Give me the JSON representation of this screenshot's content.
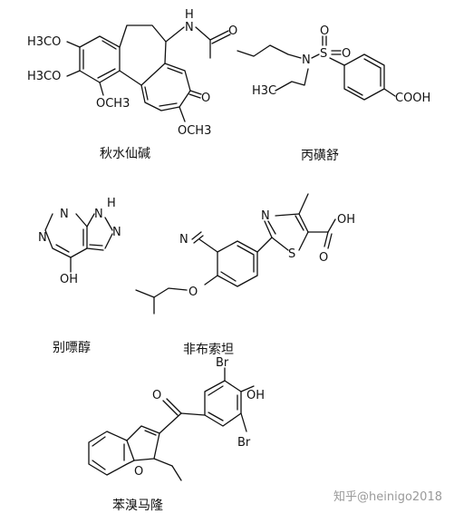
{
  "molecules": [
    {
      "id": "colchicine",
      "name": "秋水仙碱",
      "labels": {
        "methoxy_1": "H3CO",
        "methoxy_2": "H3CO",
        "methoxy_3": "OCH3",
        "methoxy_4": "OCH3",
        "amide_n": "H",
        "amide_n2": "N",
        "amide_o": "O",
        "ketone_o": "O"
      }
    },
    {
      "id": "probenecid",
      "name": "丙磺舒",
      "labels": {
        "sulfur": "S",
        "o_top": "O",
        "o_right": "O",
        "nitrogen": "N",
        "methyl": "H3C",
        "acid": "COOH"
      }
    },
    {
      "id": "allopurinol",
      "name": "别嘌醇",
      "labels": {
        "n1": "N",
        "n2": "N",
        "nh": "H",
        "nh_n": "N",
        "n4": "N",
        "oh": "OH"
      }
    },
    {
      "id": "febuxostat",
      "name": "非布索坦",
      "labels": {
        "nitrile_n": "N",
        "thiazole_n": "N",
        "thiazole_s": "S",
        "acid_oh": "OH",
        "acid_o": "O",
        "ether_o": "O"
      }
    },
    {
      "id": "benzbromarone",
      "name": "苯溴马隆",
      "labels": {
        "br_top": "Br",
        "br_bottom": "Br",
        "oh": "OH",
        "ketone_o": "O",
        "furan_o": "O"
      }
    }
  ],
  "watermark": {
    "site": "知乎",
    "handle": "@heinigo2018"
  }
}
